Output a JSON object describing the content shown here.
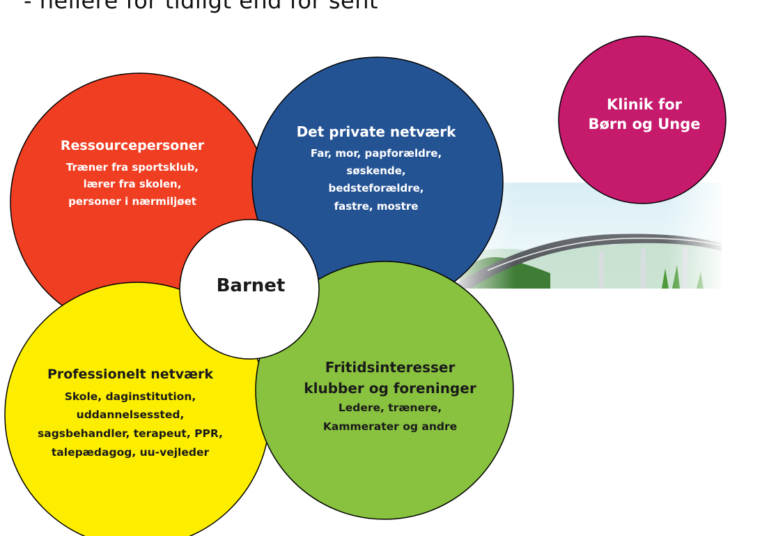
{
  "header": {
    "text": "- hellere for tidligt end for sent"
  },
  "colors": {
    "red": "#F03E22",
    "blue": "#245394",
    "magenta": "#C61A6D",
    "yellow": "#FDEE00",
    "green": "#88C23E",
    "center": "#FFFFFF"
  },
  "circles": {
    "ressource": {
      "title": "Ressourcepersoner",
      "lines": [
        "Træner fra sportsklub,",
        "lærer fra skolen,",
        "personer i nærmiljøet"
      ]
    },
    "privat": {
      "title": "Det private netværk",
      "lines": [
        "Far, mor, papforældre,",
        "søskende,",
        "bedsteforældre,",
        "fastre, mostre"
      ]
    },
    "klinik": {
      "title_line1": "Klinik for",
      "title_line2": "Børn og Unge"
    },
    "barnet": {
      "title": "Barnet"
    },
    "professionelt": {
      "title": "Professionelt netværk",
      "lines": [
        "Skole, daginstitution,",
        "uddannelsessted,",
        "sagsbehandler, terapeut, PPR,",
        "talepædagog, uu-vejleder"
      ]
    },
    "fritid": {
      "title_line1": "Fritidsinteresser",
      "title_line2": "klubber og foreninger",
      "lines": [
        "Ledere, trænere,",
        "Kammerater og andre"
      ]
    }
  },
  "icons": {
    "bridge": "bridge-illustration"
  }
}
